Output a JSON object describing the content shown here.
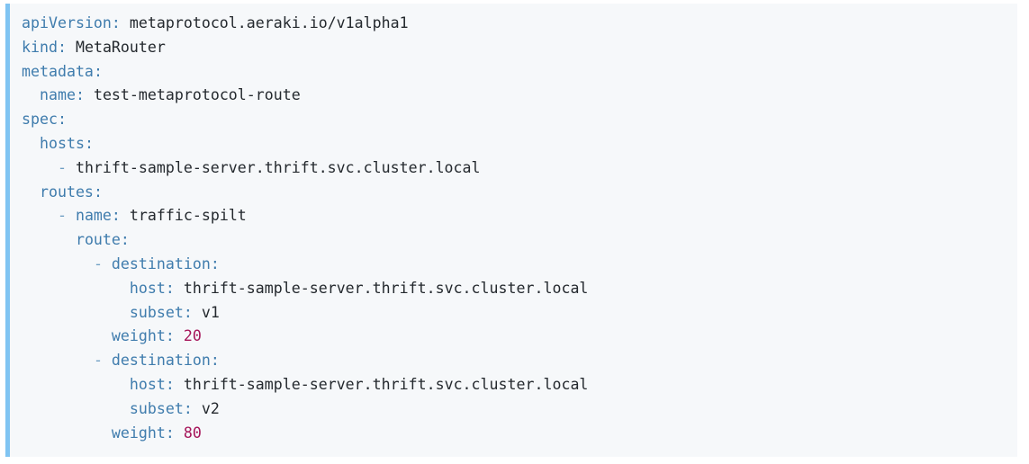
{
  "accent_colors": {
    "left_bar": "#80c4f2",
    "block_background": "#f6f8fa",
    "page_background": "#ffffff",
    "key_color": "#3f7cad",
    "value_color": "#24292e",
    "number_color": "#a6155a",
    "dash_color": "#6f9fc4"
  },
  "code": {
    "language": "yaml",
    "lines": [
      {
        "indent": "",
        "dash": "",
        "key": "apiVersion",
        "colon": ":",
        "space": " ",
        "value": "metaprotocol.aeraki.io/v1alpha1",
        "value_type": "string"
      },
      {
        "indent": "",
        "dash": "",
        "key": "kind",
        "colon": ":",
        "space": " ",
        "value": "MetaRouter",
        "value_type": "string"
      },
      {
        "indent": "",
        "dash": "",
        "key": "metadata",
        "colon": ":",
        "space": "",
        "value": "",
        "value_type": "none"
      },
      {
        "indent": "  ",
        "dash": "",
        "key": "name",
        "colon": ":",
        "space": " ",
        "value": "test-metaprotocol-route",
        "value_type": "string"
      },
      {
        "indent": "",
        "dash": "",
        "key": "spec",
        "colon": ":",
        "space": "",
        "value": "",
        "value_type": "none"
      },
      {
        "indent": "  ",
        "dash": "",
        "key": "hosts",
        "colon": ":",
        "space": "",
        "value": "",
        "value_type": "none"
      },
      {
        "indent": "    ",
        "dash": "- ",
        "key": "",
        "colon": "",
        "space": "",
        "value": "thrift-sample-server.thrift.svc.cluster.local",
        "value_type": "string"
      },
      {
        "indent": "  ",
        "dash": "",
        "key": "routes",
        "colon": ":",
        "space": "",
        "value": "",
        "value_type": "none"
      },
      {
        "indent": "    ",
        "dash": "- ",
        "key": "name",
        "colon": ":",
        "space": " ",
        "value": "traffic-spilt",
        "value_type": "string"
      },
      {
        "indent": "      ",
        "dash": "",
        "key": "route",
        "colon": ":",
        "space": "",
        "value": "",
        "value_type": "none"
      },
      {
        "indent": "        ",
        "dash": "- ",
        "key": "destination",
        "colon": ":",
        "space": "",
        "value": "",
        "value_type": "none"
      },
      {
        "indent": "            ",
        "dash": "",
        "key": "host",
        "colon": ":",
        "space": " ",
        "value": "thrift-sample-server.thrift.svc.cluster.local",
        "value_type": "string"
      },
      {
        "indent": "            ",
        "dash": "",
        "key": "subset",
        "colon": ":",
        "space": " ",
        "value": "v1",
        "value_type": "string"
      },
      {
        "indent": "          ",
        "dash": "",
        "key": "weight",
        "colon": ":",
        "space": " ",
        "value": "20",
        "value_type": "number"
      },
      {
        "indent": "        ",
        "dash": "- ",
        "key": "destination",
        "colon": ":",
        "space": "",
        "value": "",
        "value_type": "none"
      },
      {
        "indent": "            ",
        "dash": "",
        "key": "host",
        "colon": ":",
        "space": " ",
        "value": "thrift-sample-server.thrift.svc.cluster.local",
        "value_type": "string"
      },
      {
        "indent": "            ",
        "dash": "",
        "key": "subset",
        "colon": ":",
        "space": " ",
        "value": "v2",
        "value_type": "string"
      },
      {
        "indent": "          ",
        "dash": "",
        "key": "weight",
        "colon": ":",
        "space": " ",
        "value": "80",
        "value_type": "number"
      }
    ]
  }
}
